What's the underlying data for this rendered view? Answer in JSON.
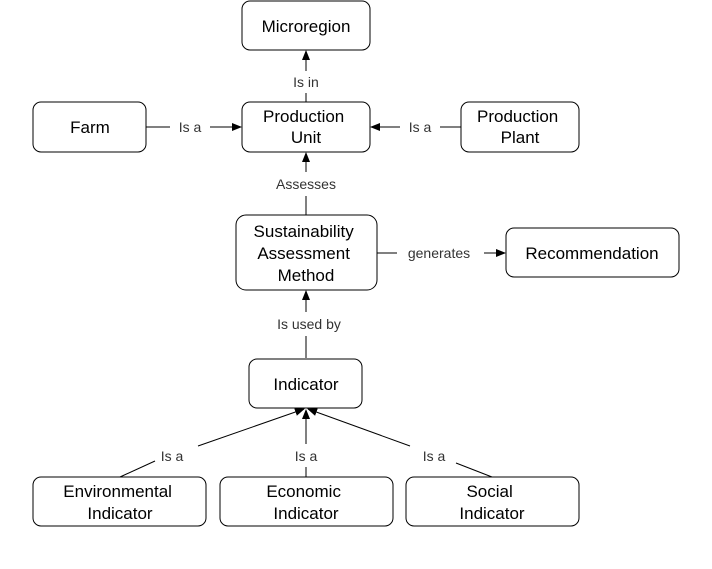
{
  "diagram": {
    "nodes": {
      "microregion": {
        "lines": [
          "Microregion"
        ]
      },
      "farm": {
        "lines": [
          "Farm"
        ]
      },
      "production_unit": {
        "lines": [
          "Production",
          "Unit"
        ]
      },
      "production_plant": {
        "lines": [
          "Production",
          "Plant"
        ]
      },
      "sam": {
        "lines": [
          "Sustainability",
          "Assessment",
          "Method"
        ]
      },
      "recommendation": {
        "lines": [
          "Recommendation"
        ]
      },
      "indicator": {
        "lines": [
          "Indicator"
        ]
      },
      "environmental_indicator": {
        "lines": [
          "Environmental",
          "Indicator"
        ]
      },
      "economic_indicator": {
        "lines": [
          "Economic",
          "Indicator"
        ]
      },
      "social_indicator": {
        "lines": [
          "Social",
          "Indicator"
        ]
      }
    },
    "edges": {
      "is_in": {
        "label": "Is in",
        "from": "production_unit",
        "to": "microregion"
      },
      "farm_is_a": {
        "label": "Is a",
        "from": "farm",
        "to": "production_unit"
      },
      "plant_is_a": {
        "label": "Is a",
        "from": "production_plant",
        "to": "production_unit"
      },
      "assesses": {
        "label": "Assesses",
        "from": "sam",
        "to": "production_unit"
      },
      "generates": {
        "label": "generates",
        "from": "sam",
        "to": "recommendation"
      },
      "is_used_by": {
        "label": "Is used by",
        "from": "indicator",
        "to": "sam"
      },
      "env_is_a": {
        "label": "Is a",
        "from": "environmental_indicator",
        "to": "indicator"
      },
      "econ_is_a": {
        "label": "Is a",
        "from": "economic_indicator",
        "to": "indicator"
      },
      "social_is_a": {
        "label": "Is a",
        "from": "social_indicator",
        "to": "indicator"
      }
    }
  }
}
